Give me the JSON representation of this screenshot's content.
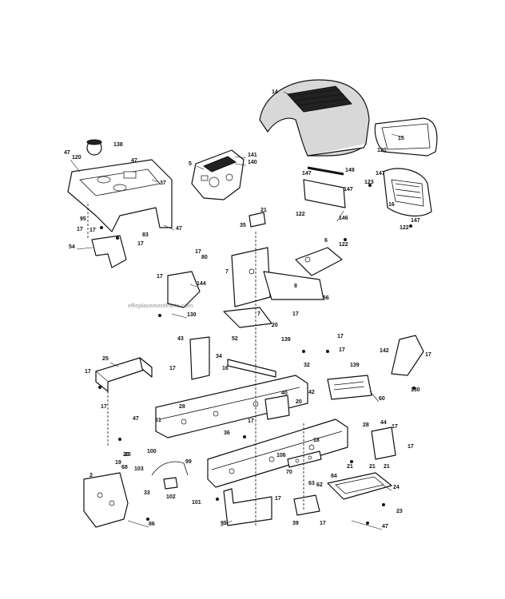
{
  "watermark": "eReplacementParts.com",
  "callouts": [
    "14",
    "15",
    "120",
    "138",
    "47",
    "120",
    "37",
    "47",
    "5",
    "141",
    "140",
    "149",
    "147",
    "147",
    "122",
    "123",
    "147",
    "16",
    "122",
    "147",
    "21",
    "35",
    "146",
    "122",
    "47",
    "17",
    "95",
    "17",
    "83",
    "17",
    "6",
    "54",
    "17",
    "80",
    "7",
    "8",
    "56",
    "17",
    "144",
    "130",
    "7",
    "20",
    "17",
    "43",
    "52",
    "34",
    "139",
    "17",
    "17",
    "32",
    "139",
    "142",
    "17",
    "130",
    "17",
    "25",
    "16",
    "28",
    "17",
    "42",
    "40",
    "20",
    "60",
    "28",
    "51",
    "17",
    "47",
    "17",
    "44",
    "17",
    "17",
    "20",
    "36",
    "21",
    "18",
    "106",
    "70",
    "21",
    "100",
    "99",
    "63",
    "19",
    "20",
    "62",
    "84",
    "21",
    "2",
    "68",
    "103",
    "24",
    "101",
    "102",
    "17",
    "33",
    "39",
    "23",
    "86",
    "17",
    "47",
    "95"
  ]
}
